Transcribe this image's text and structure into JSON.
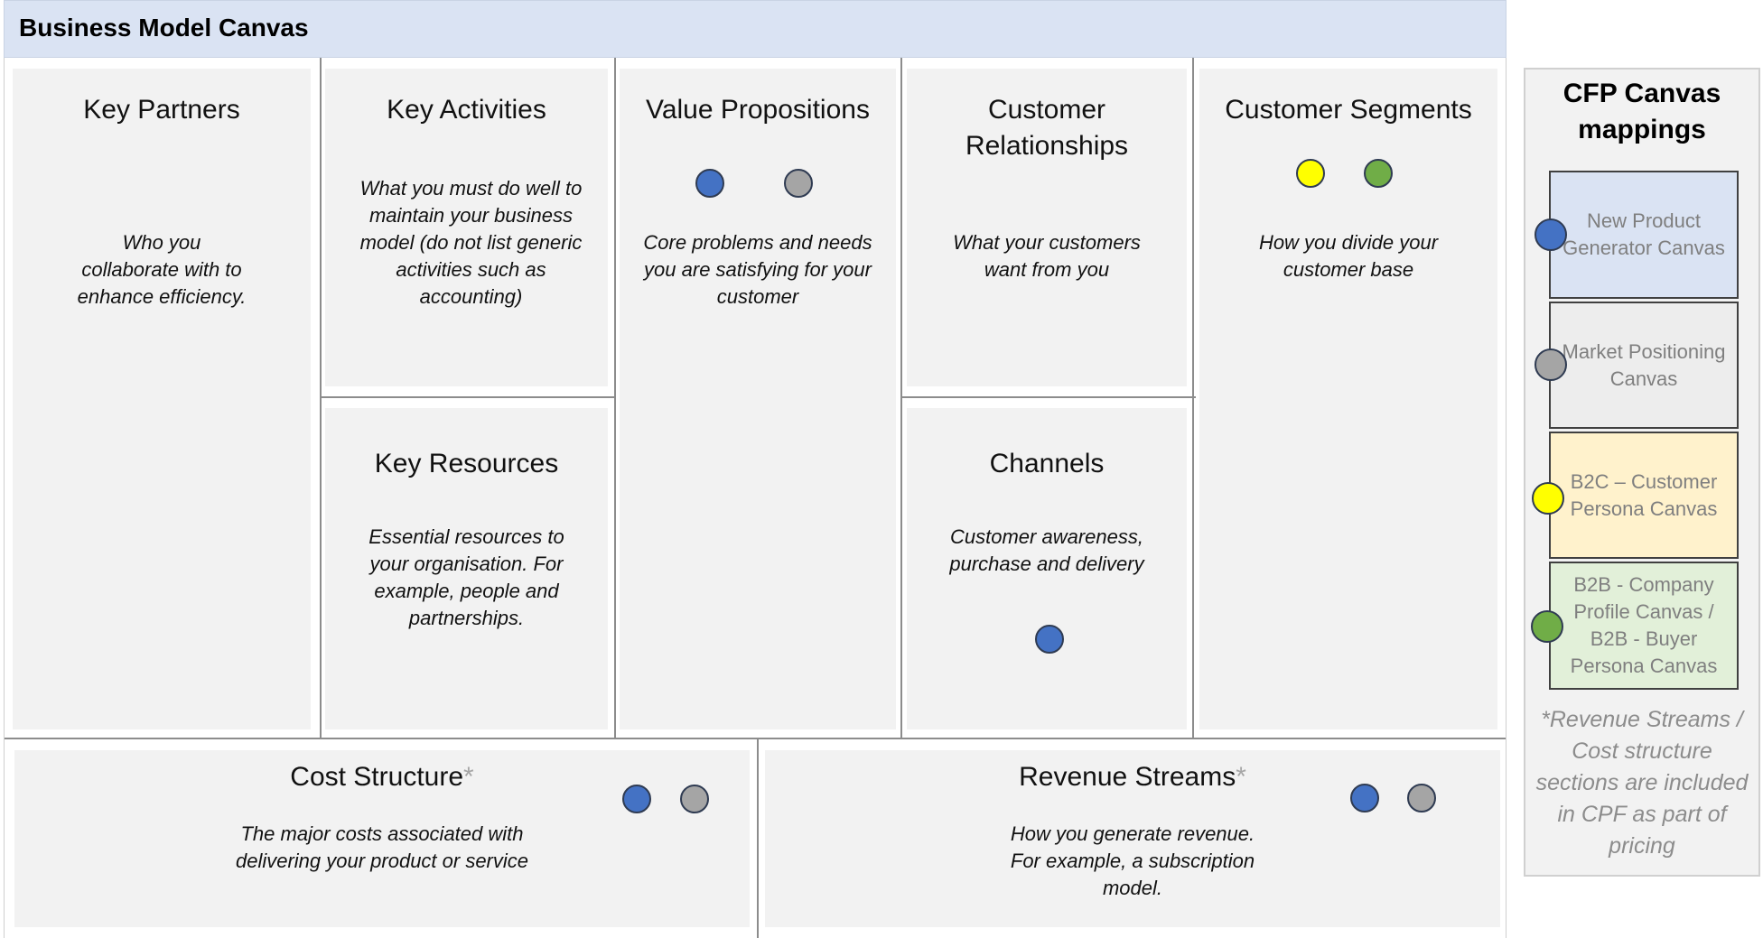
{
  "header": {
    "title": "Business Model Canvas"
  },
  "blocks": {
    "key_partners": {
      "title": "Key Partners",
      "desc": "Who you collaborate with to enhance efficiency."
    },
    "key_activities": {
      "title": "Key Activities",
      "desc": "What you must do well to maintain your business model (do not list generic activities such as accounting)"
    },
    "key_resources": {
      "title": "Key Resources",
      "desc": "Essential resources to your organisation. For example, people and partnerships."
    },
    "value_propositions": {
      "title": "Value Propositions",
      "desc": "Core problems and needs you are satisfying for your customer"
    },
    "customer_relationships": {
      "title": "Customer Relationships",
      "desc": "What your customers want from you"
    },
    "channels": {
      "title": "Channels",
      "desc": "Customer awareness, purchase and delivery"
    },
    "customer_segments": {
      "title": "Customer Segments",
      "desc": "How you divide your customer base"
    },
    "cost_structure": {
      "title": "Cost Structure",
      "asterisk": "*",
      "desc": "The major costs associated with delivering your product or service"
    },
    "revenue_streams": {
      "title": "Revenue Streams",
      "asterisk": "*",
      "desc": "How you generate revenue. For example, a subscription model."
    }
  },
  "sidebar": {
    "title": "CFP Canvas mappings",
    "mappings": [
      {
        "label": "New Product Generator Canvas",
        "fill": "#dae3f3",
        "dot": "blue"
      },
      {
        "label": "Market Positioning Canvas",
        "fill": "#ededed",
        "dot": "grey"
      },
      {
        "label": "B2C – Customer Persona Canvas",
        "fill": "#fff2cc",
        "dot": "yellow"
      },
      {
        "label": "B2B - Company Profile Canvas / B2B - Buyer Persona Canvas",
        "fill": "#e2f0d9",
        "dot": "green"
      }
    ],
    "note": "*Revenue Streams / Cost structure sections are included in CPF as part of pricing"
  },
  "colors": {
    "blue": "#4472c4",
    "grey": "#a5a5a5",
    "yellow": "#ffff00",
    "green": "#70ad47",
    "header_bg": "#dae3f3",
    "panel_bg": "#f2f2f2"
  }
}
